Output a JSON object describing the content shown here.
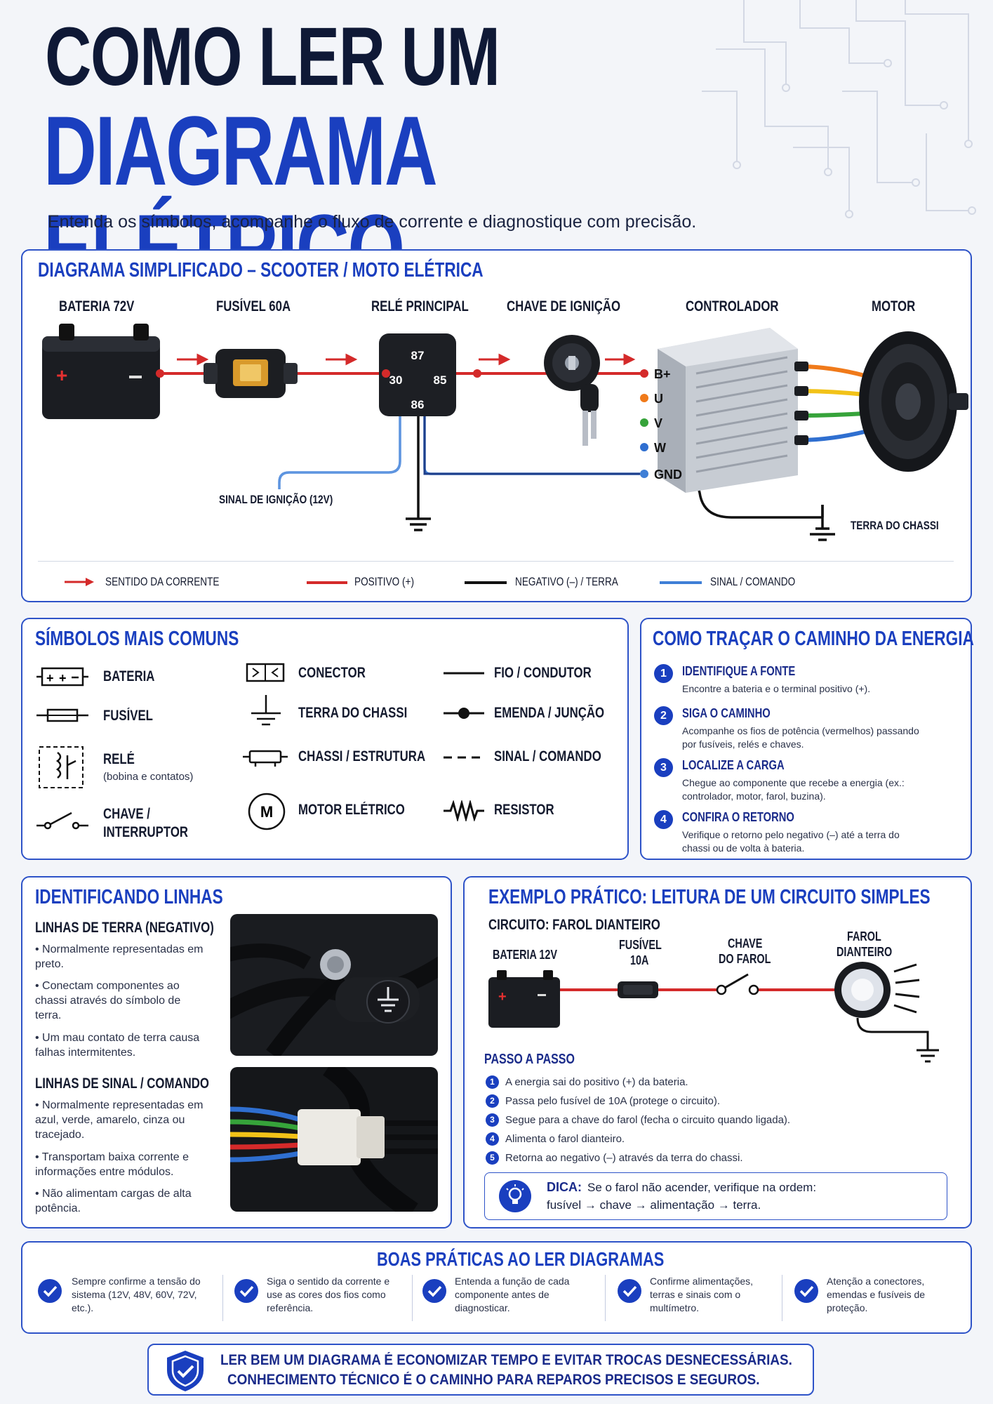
{
  "header": {
    "title_line1": "COMO LER UM",
    "title_line2": "DIAGRAMA ELÉTRICO",
    "subtitle": "Entenda os símbolos, acompanhe o fluxo de corrente e diagnostique com precisão."
  },
  "diagram": {
    "title": "DIAGRAMA SIMPLIFICADO – SCOOTER / MOTO ELÉTRICA",
    "components": {
      "battery": "BATERIA 72V",
      "fuse": "FUSÍVEL 60A",
      "relay": "RELÉ PRINCIPAL",
      "key": "CHAVE DE IGNIÇÃO",
      "controller": "CONTROLADOR",
      "motor": "MOTOR"
    },
    "relay_pins": {
      "p87": "87",
      "p30": "30",
      "p85": "85",
      "p86": "86"
    },
    "controller_terminals": {
      "bplus": "B+",
      "u": "U",
      "v": "V",
      "w": "W",
      "gnd": "GND"
    },
    "signal_label": "SINAL DE IGNIÇÃO (12V)",
    "chassis_ground": "TERRA DO CHASSI",
    "legend": {
      "current": "SENTIDO DA CORRENTE",
      "positive": "POSITIVO (+)",
      "negative": "NEGATIVO (–) / TERRA",
      "signal": "SINAL / COMANDO"
    },
    "colors": {
      "positive": "#d42a2a",
      "negative": "#111111",
      "signal": "#3f7fd6",
      "phase_u": "#f07a1a",
      "phase_v": "#f2c218",
      "phase_w": "#36a33a",
      "phase_x": "#2f6fd0"
    }
  },
  "symbols": {
    "title": "SÍMBOLOS MAIS COMUNS",
    "items": {
      "battery": "BATERIA",
      "fuse": "FUSÍVEL",
      "relay": "RELÉ",
      "relay_note": "(bobina e contatos)",
      "switch1": "CHAVE /",
      "switch2": "INTERRUPTOR",
      "connector": "CONECTOR",
      "ground": "TERRA DO CHASSI",
      "chassis": "CHASSI / ESTRUTURA",
      "motor": "MOTOR ELÉTRICO",
      "motor_glyph": "M",
      "wire": "FIO / CONDUTOR",
      "splice": "EMENDA / JUNÇÃO",
      "signal": "SINAL / COMANDO",
      "resistor": "RESISTOR"
    }
  },
  "trace": {
    "title": "COMO TRAÇAR O CAMINHO DA ENERGIA",
    "steps": [
      {
        "n": "1",
        "title": "IDENTIFIQUE A FONTE",
        "desc": "Encontre a bateria e o terminal positivo (+)."
      },
      {
        "n": "2",
        "title": "SIGA O CAMINHO",
        "desc": "Acompanhe os fios de potência (vermelhos) passando por fusíveis, relés e chaves."
      },
      {
        "n": "3",
        "title": "LOCALIZE A CARGA",
        "desc": "Chegue ao componente que recebe a energia (ex.: controlador, motor, farol, buzina)."
      },
      {
        "n": "4",
        "title": "CONFIRA O RETORNO",
        "desc": "Verifique o retorno pelo negativo (–) até a terra do chassi ou de volta à bateria."
      }
    ]
  },
  "lines": {
    "title": "IDENTIFICANDO LINHAS",
    "ground": {
      "heading": "LINHAS DE TERRA (NEGATIVO)",
      "bullets": [
        "Normalmente representadas em preto.",
        "Conectam componentes ao chassi através do símbolo de terra.",
        "Um mau contato de terra causa falhas intermitentes."
      ]
    },
    "signal": {
      "heading": "LINHAS DE SINAL / COMANDO",
      "bullets": [
        "Normalmente representadas em azul, verde, amarelo, cinza ou tracejado.",
        "Transportam baixa corrente e informações entre módulos.",
        "Não alimentam cargas de alta potência."
      ]
    }
  },
  "example": {
    "title": "EXEMPLO PRÁTICO: LEITURA DE UM CIRCUITO SIMPLES",
    "circuit": "CIRCUITO: FAROL DIANTEIRO",
    "labels": {
      "battery": "BATERIA 12V",
      "fuse1": "FUSÍVEL",
      "fuse2": "10A",
      "switch1": "CHAVE",
      "switch2": "DO FAROL",
      "lamp1": "FAROL",
      "lamp2": "DIANTEIRO"
    },
    "steps_title": "PASSO A PASSO",
    "steps": [
      {
        "n": "1",
        "text": "A energia sai do positivo (+) da bateria."
      },
      {
        "n": "2",
        "text": "Passa pelo fusível de 10A (protege o circuito)."
      },
      {
        "n": "3",
        "text": "Segue para a chave do farol (fecha o circuito quando ligada)."
      },
      {
        "n": "4",
        "text": "Alimenta o farol dianteiro."
      },
      {
        "n": "5",
        "text": "Retorna ao negativo (–) através da terra do chassi."
      }
    ],
    "tip_label": "DICA:",
    "tip_line1": "Se o farol não acender, verifique na ordem:",
    "tip_line2": "fusível → chave → alimentação → terra."
  },
  "practices": {
    "title": "BOAS PRÁTICAS AO LER DIAGRAMAS",
    "items": [
      "Sempre confirme a tensão do sistema (12V, 48V, 60V, 72V, etc.).",
      "Siga o sentido da corrente e use as cores dos fios como referência.",
      "Entenda a função de cada componente antes de diagnosticar.",
      "Confirme alimentações, terras e sinais com o multímetro.",
      "Atenção a conectores, emendas e fusíveis de proteção."
    ]
  },
  "footer": {
    "line1": "LER BEM UM DIAGRAMA É ECONOMIZAR TEMPO E EVITAR TROCAS DESNECESSÁRIAS.",
    "line2": "CONHECIMENTO TÉCNICO É O CAMINHO PARA REPAROS PRECISOS E SEGUROS."
  }
}
